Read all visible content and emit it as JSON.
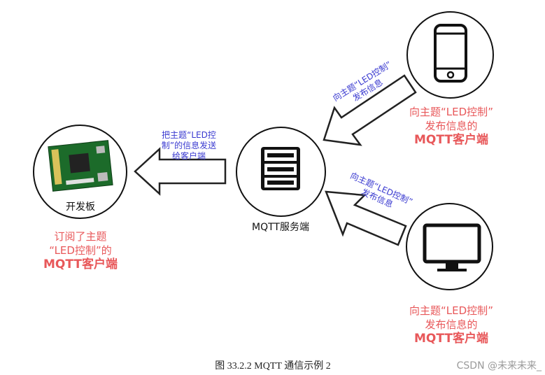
{
  "nodes": {
    "board": {
      "name": "开发板",
      "caption_lines": [
        "订阅了主题",
        "“LED控制”的",
        "MQTT客户端"
      ]
    },
    "server": {
      "name": "MQTT服务端"
    },
    "phone": {
      "caption_lines": [
        "向主题“LED控制”",
        "发布信息的",
        "MQTT客户端"
      ]
    },
    "monitor": {
      "caption_lines": [
        "向主题“LED控制”",
        "发布信息的",
        "MQTT客户端"
      ]
    }
  },
  "arrows": {
    "server_to_board": {
      "lines": [
        "把主题“LED控",
        "制”的信息发送",
        "给客户端"
      ]
    },
    "phone_to_server": {
      "lines": [
        "向主题“LED控制”",
        "发布信息"
      ]
    },
    "monitor_to_server": {
      "lines": [
        "向主题“LED控制”",
        "发布信息"
      ]
    }
  },
  "figure_caption": "图  33.2.2 MQTT 通信示例 2",
  "watermark": "CSDN @未来未来_"
}
